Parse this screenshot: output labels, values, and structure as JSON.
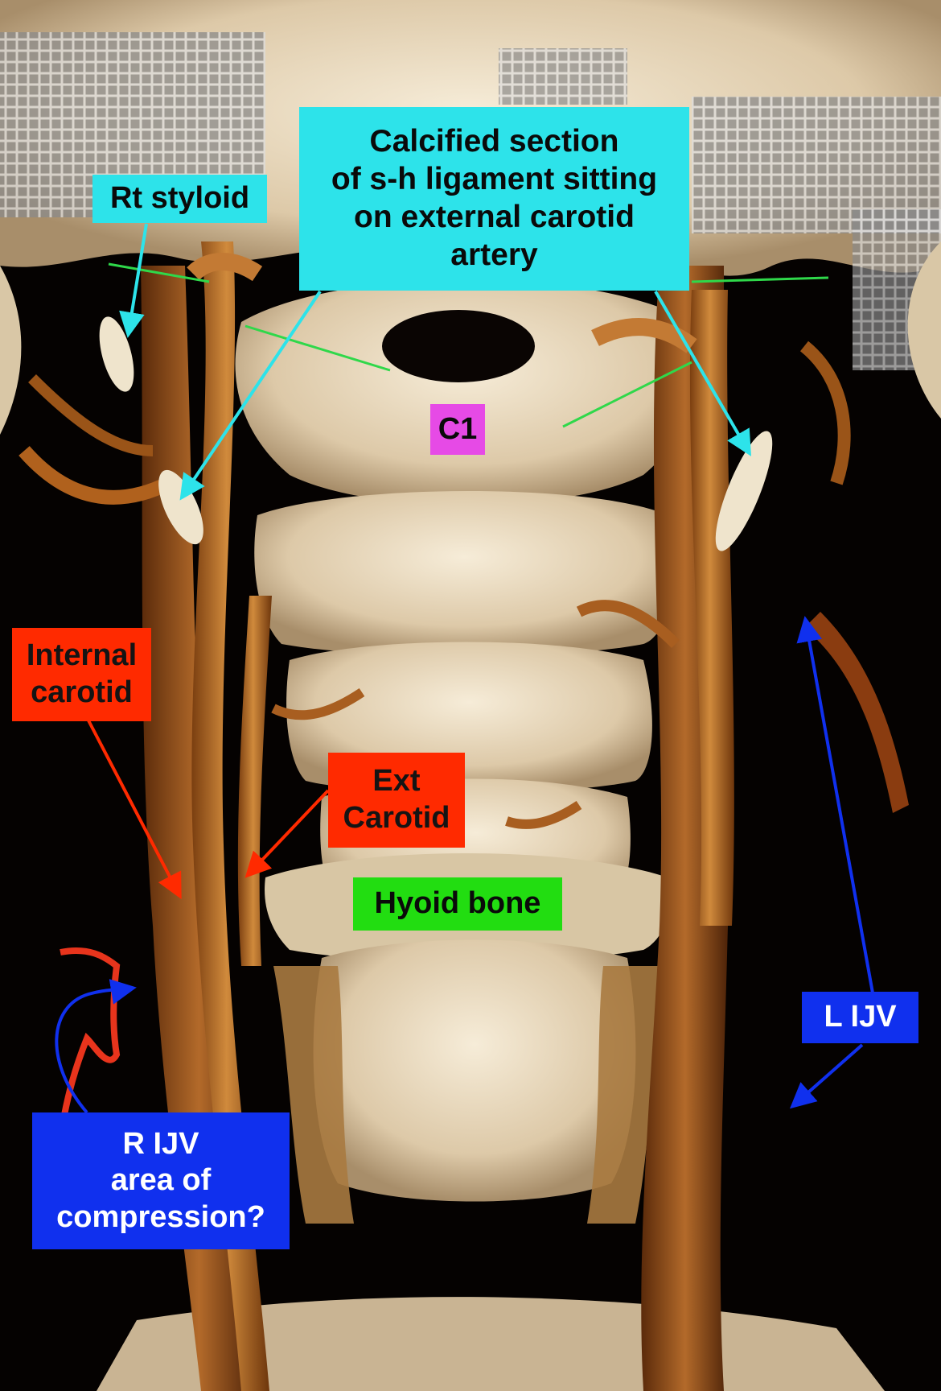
{
  "image": {
    "subject": "3D volume-rendered CT angiogram of the neck, anterior view",
    "colors": {
      "background": "#050201",
      "bone": "#e9dcc4",
      "vessel": "#b8651f",
      "cyan_label": "#2de3ea",
      "red_label": "#ff2a00",
      "blue_label": "#1030ee",
      "green_label": "#22dd11",
      "magenta_label": "#e64ae6"
    }
  },
  "labels": {
    "calcified_section": [
      "Calcified section",
      "of s-h ligament sitting",
      "on external carotid",
      "artery"
    ],
    "rt_styloid": [
      "Rt styloid"
    ],
    "c1": [
      "C1"
    ],
    "internal_carotid": [
      "Internal",
      "carotid"
    ],
    "ext_carotid": [
      "Ext",
      "Carotid"
    ],
    "hyoid_bone": [
      "Hyoid bone"
    ],
    "l_ijv": [
      "L IJV"
    ],
    "r_ijv": [
      "R IJV",
      "area of",
      "compression?"
    ]
  }
}
